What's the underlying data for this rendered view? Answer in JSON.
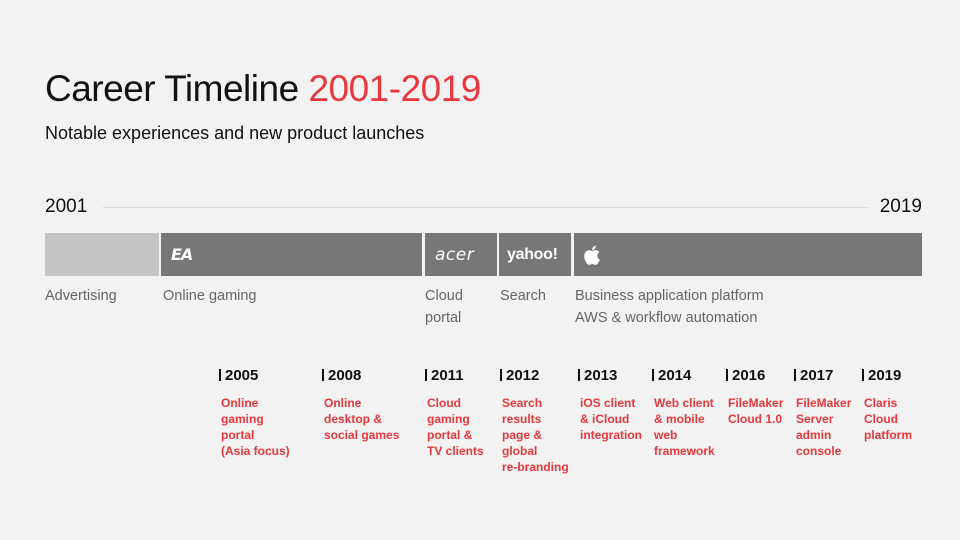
{
  "title": {
    "main": "Career Timeline ",
    "years": "2001-2019"
  },
  "subtitle": "Notable experiences and new product launches",
  "timeline": {
    "start_year": "2001",
    "end_year": "2019"
  },
  "segments": [
    {
      "logo": "",
      "label": "Advertising"
    },
    {
      "logo": "EA",
      "label": "Online gaming"
    },
    {
      "logo": "acer",
      "label": "Cloud\nportal"
    },
    {
      "logo": "yahoo!",
      "label": "Search"
    },
    {
      "logo": "apple-icon",
      "label": "Business application platform\nAWS & workflow automation"
    }
  ],
  "milestones": [
    {
      "year": "2005",
      "text": "Online\ngaming\nportal\n(Asia focus)"
    },
    {
      "year": "2008",
      "text": "Online\ndesktop &\nsocial games"
    },
    {
      "year": "2011",
      "text": "Cloud\ngaming\nportal &\nTV clients"
    },
    {
      "year": "2012",
      "text": "Search\nresults\npage &\nglobal\nre-branding"
    },
    {
      "year": "2013",
      "text": "iOS client\n& iCloud\nintegration"
    },
    {
      "year": "2014",
      "text": "Web client\n& mobile\nweb\nframework"
    },
    {
      "year": "2016",
      "text": "FileMaker\nCloud 1.0"
    },
    {
      "year": "2017",
      "text": "FileMaker\nServer\nadmin\nconsole"
    },
    {
      "year": "2019",
      "text": "Claris\nCloud\nplatform"
    }
  ],
  "colors": {
    "accent": "#e8383d",
    "bar_dark": "#777777",
    "bar_light": "#c4c4c4",
    "background": "#f2f2f2"
  }
}
